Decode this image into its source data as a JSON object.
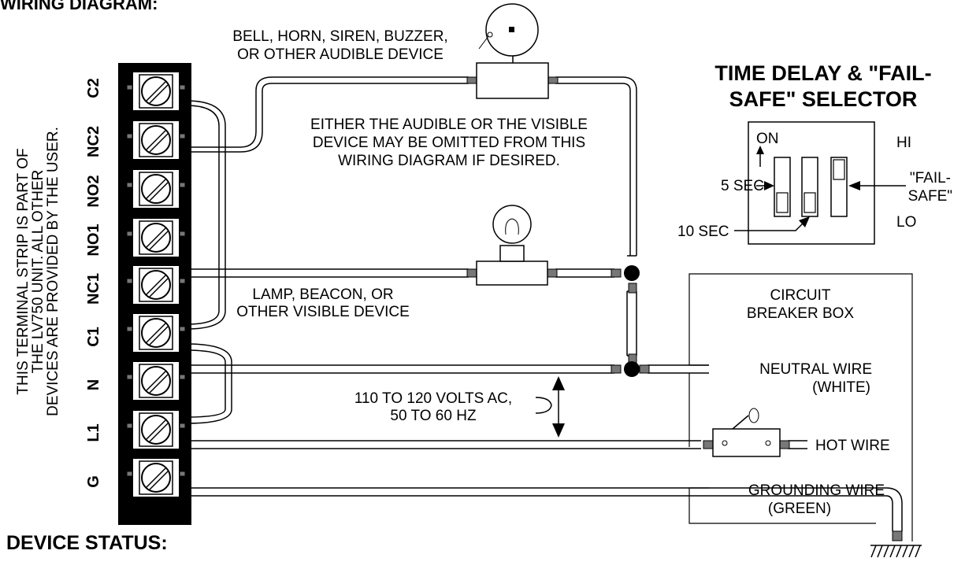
{
  "headings": {
    "wiring": "WIRING DIAGRAM:",
    "status": "DEVICE STATUS:"
  },
  "terminal_labels": [
    "C2",
    "NC2",
    "NO2",
    "NO1",
    "NC1",
    "C1",
    "N",
    "L1",
    "G"
  ],
  "side_note": {
    "line1": "THIS TERMINAL STRIP IS PART OF",
    "line2": "THE LV750 UNIT.  ALL OTHER",
    "line3": "DEVICES ARE PROVIDED BY THE USER."
  },
  "audible_device": {
    "line1": "BELL, HORN, SIREN, BUZZER,",
    "line2": "OR OTHER AUDIBLE DEVICE"
  },
  "either_note": {
    "line1": "EITHER THE AUDIBLE OR THE VISIBLE",
    "line2": "DEVICE MAY BE OMITTED FROM THIS",
    "line3": "WIRING DIAGRAM IF DESIRED."
  },
  "visible_device": {
    "line1": "LAMP, BEACON, OR",
    "line2": "OTHER VISIBLE DEVICE"
  },
  "voltage": {
    "line1": "110 TO 120 VOLTS AC,",
    "line2": "50 TO 60 HZ"
  },
  "breaker_box": {
    "line1": "CIRCUIT",
    "line2": "BREAKER BOX"
  },
  "wires": {
    "neutral": "NEUTRAL WIRE",
    "neutral_color": "(WHITE)",
    "hot": "HOT WIRE",
    "ground": "GROUNDING WIRE",
    "ground_color": "(GREEN)"
  },
  "selector": {
    "title1": "TIME DELAY & \"FAIL-",
    "title2": "SAFE\" SELECTOR",
    "on": "ON",
    "hi": "HI",
    "lo": "LO",
    "five_sec": "5 SEC",
    "ten_sec": "10 SEC",
    "failsafe1": "\"FAIL-",
    "failsafe2": "SAFE\""
  }
}
